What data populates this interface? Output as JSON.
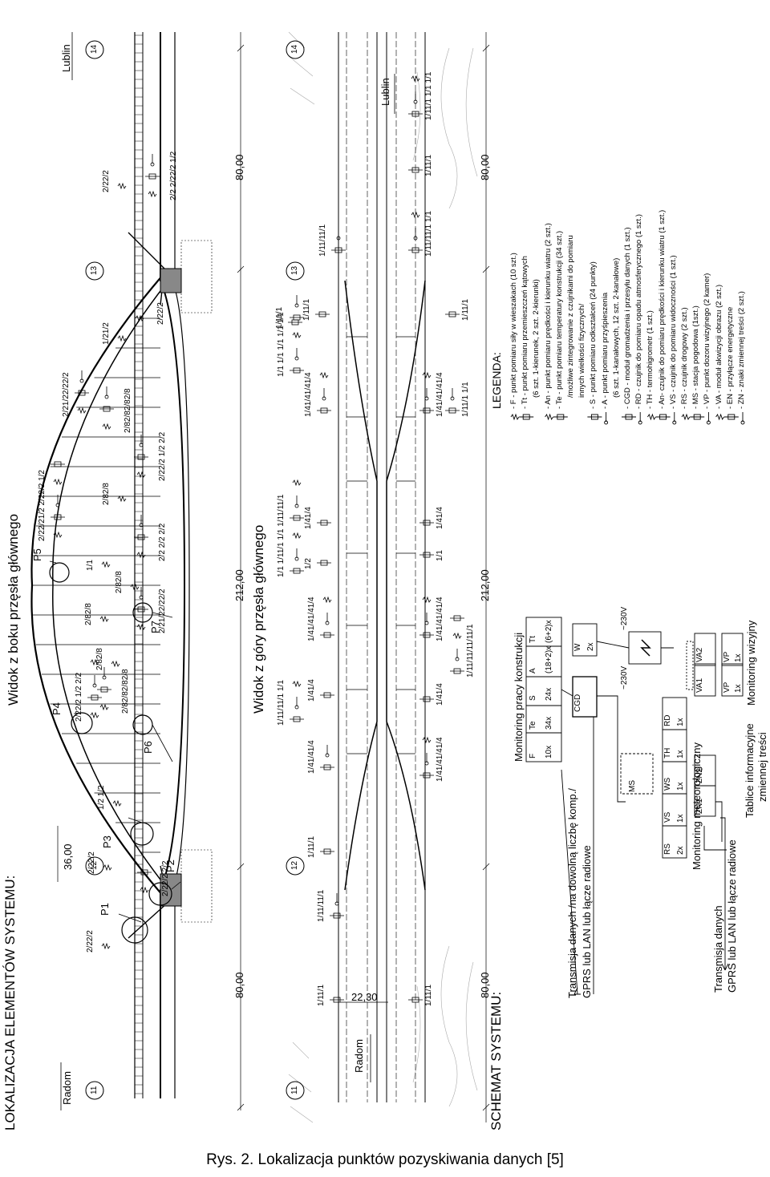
{
  "headings": {
    "location": "LOKALIZACJA  ELEMENTÓW SYSTEMU:",
    "side_view": "Widok z boku przęsła głównego",
    "top_view": "Widok z góry przęsła głównego",
    "schema": "SCHEMAT SYSTEMU:"
  },
  "places": {
    "left": "Radom",
    "right": "Lublin"
  },
  "pier_labels": [
    "11",
    "12",
    "13",
    "14"
  ],
  "spans": {
    "left": "80,00",
    "main": "212,00",
    "right": "80,00",
    "hanger": "36,00",
    "width": "22,30"
  },
  "points": [
    "P1",
    "P2",
    "P3",
    "P4",
    "P5",
    "P6",
    "P7"
  ],
  "side_sensor_groups": [
    "2/22/2",
    "2/22/2 2/2",
    "2/22/2",
    "1/2 1/2",
    "2/22/2 1/2  2/2",
    "2/82/82/82/8",
    "2/21/22/22/2",
    "2/82/8",
    "2/82/8",
    "2/82/8",
    "2/22/21/2 2/22/2  1/2",
    "1/1",
    "2/2  2/2 2/2",
    "2/82/8",
    "2/82/82/82/8",
    "2/22/2 1/2 2/2",
    "2/21/22/22/2",
    "1/21/2",
    "2/22/2",
    "2/2 2/22/2 1/2",
    "2/22/2"
  ],
  "top_sensor_groups": [
    "1/11/1",
    "1/11/11/1",
    "1/11/1",
    "1/41/41/4",
    "1/11/11/1 1/1",
    "1/41/4",
    "1/41/41/41/4",
    "1/1 1/11/1 1/1 1/11/11/1",
    "1/2",
    "1/41/4",
    "1/1 1/1 1/1 1/1 1/1",
    "1/41/41/41/4",
    "1/11/1",
    "1/11/11/1",
    "1/11/1",
    "1/11/1",
    "1/41/41/41/4",
    "1/41/4",
    "1/41/41/41/4",
    "1/11/11/11/11/1",
    "1/41/4",
    "1/41/41/41/4",
    "1/11/1 1/1",
    "1/11/1",
    "1/11/11/1 1/1",
    "1/11/1",
    "1/1",
    "1/11/1 1/1 1/1"
  ],
  "schema": {
    "transmission_1": "Transmisja danych /na dowolną liczbę komp./",
    "transmission_1b": "GPRS lub LAN lub łącze radiowe",
    "transmission_2": "Transmisja danych",
    "transmission_2b": "GPRS lub LAN lub łącze radiowe",
    "monitoring_structure": "Monitoring pracy konstrukcji",
    "monitoring_meteo": "Monitoring meteorologiczny",
    "monitoring_video": "Monitoring wizyjny",
    "info_boards": "Tablice informacyjne",
    "info_boards_b": "zmiennej treści",
    "structure_modules": [
      {
        "code": "F",
        "qty": "10x"
      },
      {
        "code": "Te",
        "qty": "34x"
      },
      {
        "code": "S",
        "qty": "24x"
      },
      {
        "code": "A",
        "qty": "(18+2)x"
      },
      {
        "code": "Tt",
        "qty": "(6+2)x"
      }
    ],
    "cgd": "CGD",
    "w": "W",
    "w_qty": "2x",
    "v230a": "~230V",
    "v230b": "~230V",
    "ms": "MS",
    "meteo_modules": [
      {
        "code": "RS",
        "qty": "2x"
      },
      {
        "code": "VS",
        "qty": "1x"
      },
      {
        "code": "WS",
        "qty": "1x"
      },
      {
        "code": "TH",
        "qty": "1x"
      },
      {
        "code": "RD",
        "qty": "1x"
      }
    ],
    "video_modules": [
      {
        "code": "VA1"
      },
      {
        "code": "VA2"
      },
      {
        "code": "VP",
        "qty": "1x"
      },
      {
        "code": "VP",
        "qty": "1x"
      }
    ],
    "zn1": "ZN1",
    "zn2": "ZN2"
  },
  "legend": {
    "title": "LEGENDA:",
    "items": [
      "- F - punkt pomiaru siły w wieszakach (10  szt.)",
      "- Tt - punkt pomiaru przemieszczeń kątowych",
      "(6 szt. 1-kierunek, 2 szt. 2-kierunki)",
      "- An - punkt pomiaru prędkości i kierunku wiatru (2 szt.)",
      "- Te - punkt pomiaru temperatury konstrukcji (34 szt.)",
      "/możliwe zintegrowanie z czujnikami do pomiaru",
      "innych wielkości fizycznych/",
      "- S - punkt pomiaru odkształceń (24 punkty)",
      "- A - punkt pomiaru przyśpieszenia",
      "(6 szt. 1-kanałowych, 12 szt. 2-kanałowe)",
      "- CGD - moduł gromadzenia i przesyłu danych (1 szt.)",
      "- RD - czujnik do pomiaru opadu atmosferycznego (1 szt.)",
      "- TH - termohigrometr  (1 szt.)",
      "- An- czujnik do pomiaru prędkości i kierunku wiatru (1 szt.)",
      "- VS - czujnik do pomiaru widoczności (1 szt.)",
      "- RS - czujnik drogowy (2 szt.)",
      "- MS - stacja pogodowa (1szt.)",
      "- VP - punkt dozoru wizyjnego (2 kamer)",
      "- VA - moduł akwizycji obrazu (2 szt.)",
      "- EN - przyłącze energetyczne",
      "- ZN - znaki zmiennej treści (2 szt.)"
    ]
  },
  "caption": "Rys. 2. Lokalizacja punktów pozyskiwania danych [5]",
  "colors": {
    "line": "#000000",
    "grid": "#777777",
    "cable": "#8b3a1a",
    "warn": "#c0302a",
    "ground": "#aaaaaa"
  }
}
